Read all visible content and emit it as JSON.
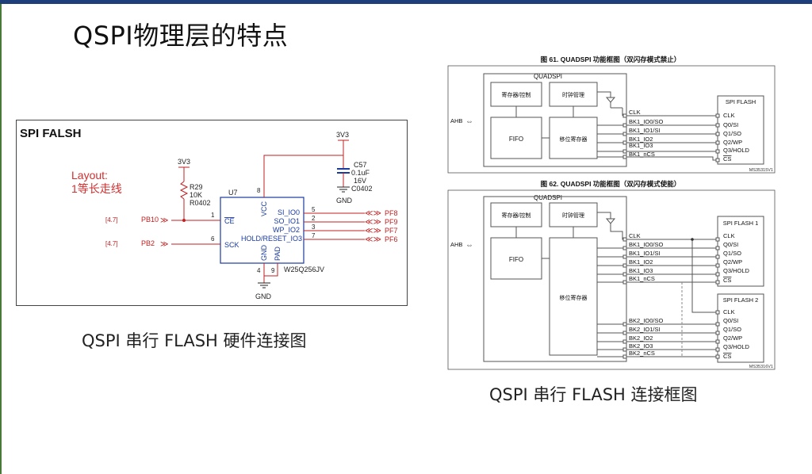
{
  "slide": {
    "title": "QSPI物理层的特点",
    "left_caption": "QSPI 串行 FLASH 硬件连接图",
    "right_caption": "QSPI 串行 FLASH 连接框图"
  },
  "schematic": {
    "header": "SPI FALSH",
    "layout_note_1": "Layout:",
    "layout_note_2": "1等长走线",
    "vcc_r": "3V3",
    "r_ref": "R29",
    "r_val": "10K",
    "r_pkg": "R0402",
    "vcc_c": "3V3",
    "c_ref": "C57",
    "c_val": "0.1uF",
    "c_volt": "16V",
    "c_pkg": "C0402",
    "gnd_c": "GND",
    "gnd_u": "GND",
    "u_ref": "U7",
    "u_part": "W25Q256JV",
    "pin_vcc": "VCC",
    "pin_vcc_num": "8",
    "pin_ce": "CE",
    "pin_ce_num": "1",
    "pin_sck": "SCK",
    "pin_sck_num": "6",
    "pin_gnd": "GND",
    "pin_gnd_num": "4",
    "pin_pad": "PAD",
    "pin_pad_num": "9",
    "io_pins": [
      {
        "name": "SI_IO0",
        "num": "5",
        "net": "PF8"
      },
      {
        "name": "SO_IO1",
        "num": "2",
        "net": "PF9"
      },
      {
        "name": "WP_IO2",
        "num": "3",
        "net": "PF7"
      },
      {
        "name": "HOLD/RESET_IO3",
        "num": "7",
        "net": "PF6"
      }
    ],
    "left_nets": [
      {
        "ref": "[4.7]",
        "net": "PB10"
      },
      {
        "ref": "[4.7]",
        "net": "PB2"
      }
    ]
  },
  "diagram61": {
    "title": "图 61. QUADSPI 功能框图（双闪存模式禁止）",
    "block": "QUADSPI",
    "ahb": "AHB",
    "reg_ctrl": "寄存器/控制",
    "clk_mgmt": "时钟管理",
    "fifo": "FIFO",
    "shift_reg": "移位寄存器",
    "signals": [
      "CLK",
      "BK1_IO0/SO",
      "BK1_IO1/SI",
      "BK1_IO2",
      "BK1_IO3",
      "BK1_nCS"
    ],
    "flash_title": "SPI FLASH",
    "flash_pins": [
      "CLK",
      "Q0/SI",
      "Q1/SO",
      "Q2/WP",
      "Q3/HOLD",
      "CS"
    ],
    "code": "MS35315V1"
  },
  "diagram62": {
    "title": "图 62. QUADSPI 功能框图（双闪存模式使能）",
    "block": "QUADSPI",
    "ahb": "AHB",
    "reg_ctrl": "寄存器/控制",
    "clk_mgmt": "时钟管理",
    "fifo": "FIFO",
    "shift_reg": "移位寄存器",
    "signals1": [
      "CLK",
      "BK1_IO0/SO",
      "BK1_IO1/SI",
      "BK1_IO2",
      "BK1_IO3",
      "BK1_nCS"
    ],
    "signals2": [
      "BK2_IO0/SO",
      "BK2_IO1/SI",
      "BK2_IO2",
      "BK2_IO3",
      "BK2_nCS"
    ],
    "flash1_title": "SPI FLASH 1",
    "flash2_title": "SPI FLASH 2",
    "flash_pins": [
      "CLK",
      "Q0/SI",
      "Q1/SO",
      "Q2/WP",
      "Q3/HOLD",
      "CS"
    ],
    "code": "MS35316V1"
  }
}
